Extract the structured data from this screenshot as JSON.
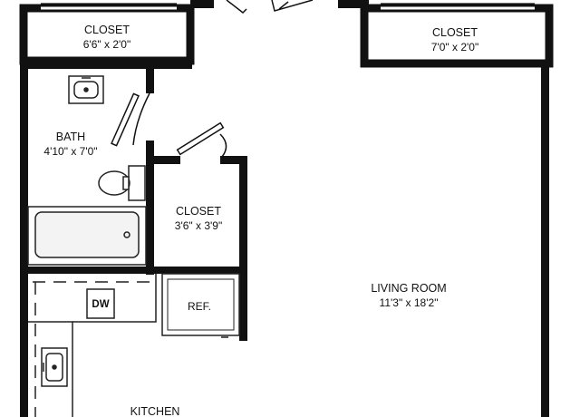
{
  "rooms": {
    "closet_top_left": {
      "name": "CLOSET",
      "dims": "6'6\" x 2'0\""
    },
    "closet_top_right": {
      "name": "CLOSET",
      "dims": "7'0\" x 2'0\""
    },
    "bath": {
      "name": "BATH",
      "dims": "4'10\" x 7'0\""
    },
    "closet_mid": {
      "name": "CLOSET",
      "dims": "3'6\" x 3'9\""
    },
    "living_room": {
      "name": "LIVING ROOM",
      "dims": "11'3\" x 18'2\""
    },
    "kitchen": {
      "name": "KITCHEN"
    }
  },
  "fixtures": {
    "dishwasher": "DW",
    "refrigerator": "REF."
  },
  "colors": {
    "wall": "#111111",
    "fixture_stroke": "#222222",
    "background": "#ffffff",
    "tub_fill": "#f3f3f3"
  }
}
